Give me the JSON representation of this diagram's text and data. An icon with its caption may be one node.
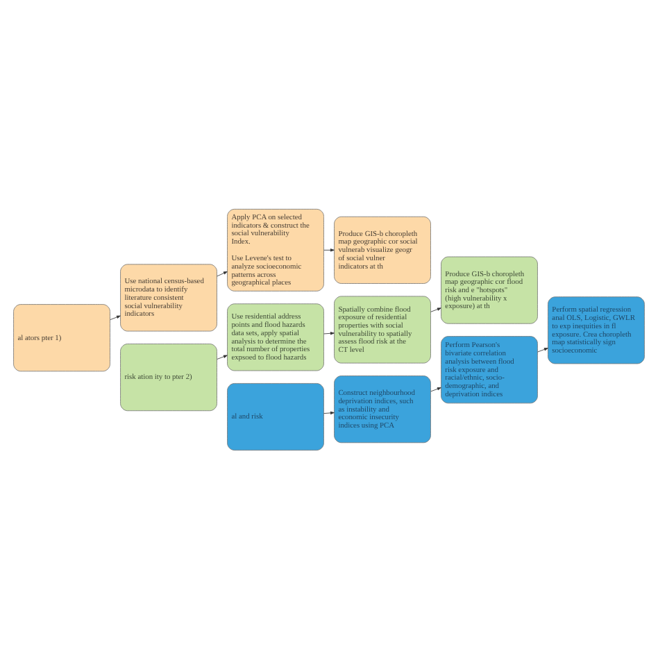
{
  "diagram": {
    "nodes": [
      {
        "text": [
          "al ators pter 1)"
        ]
      },
      {
        "text": [
          "Use national census-based microdata to identify literature consistent social vulnerability indicators"
        ]
      },
      {
        "text": [
          "Apply PCA on selected indicators & construct the social vulnerability Index.",
          "Use Levene's test to analyze socioeconomic patterns across geographical places"
        ]
      },
      {
        "text": [
          "Produce GIS-b choropleth map geographic cor social vulnerab visualize geogr of social vulner indicators at th"
        ]
      },
      {
        "text": [
          "risk ation ity to pter 2)"
        ]
      },
      {
        "text": [
          "Use residential address points and flood hazards data sets, apply spatial analysis to determine the total number of properties expsoed to flood hazards"
        ]
      },
      {
        "text": [
          "Spatially combine flood exposure of residential properties with social vulnerability to spatially assess flood risk at the CT level"
        ]
      },
      {
        "text": [
          "Produce GIS-b choropleth map geographic cor flood risk and e \"hotspots\" (high vulnerability x exposure) at th"
        ]
      },
      {
        "text": [
          "al and risk"
        ]
      },
      {
        "text": [
          "Construct neighbourhood deprivation indices, such as instability and economic insecurity indices using PCA"
        ]
      },
      {
        "text": [
          "Perform Pearson's bivariate correlation analysis between flood risk exposure and racial/ethnic, socio-demographic, and deprivation indices"
        ]
      },
      {
        "text": [
          "Perform spatial regression anal OLS, Logistic, GWLR to exp inequities in fl exposure. Crea choropleth map statistically sign socioeconomic"
        ]
      }
    ],
    "edges": [
      {
        "from": 0,
        "to": 1,
        "arrow": "to"
      },
      {
        "from": 1,
        "to": 2,
        "arrow": "to"
      },
      {
        "from": 2,
        "to": 3,
        "arrow": "to"
      },
      {
        "from": 4,
        "to": 5,
        "arrow": "to"
      },
      {
        "from": 5,
        "to": 6,
        "arrow": "to"
      },
      {
        "from": 6,
        "to": 7,
        "arrow": "to"
      },
      {
        "from": 8,
        "to": 9,
        "arrow": "to"
      },
      {
        "from": 9,
        "to": 10,
        "arrow": "to"
      },
      {
        "from": 10,
        "to": 11,
        "arrow": "to"
      }
    ]
  }
}
